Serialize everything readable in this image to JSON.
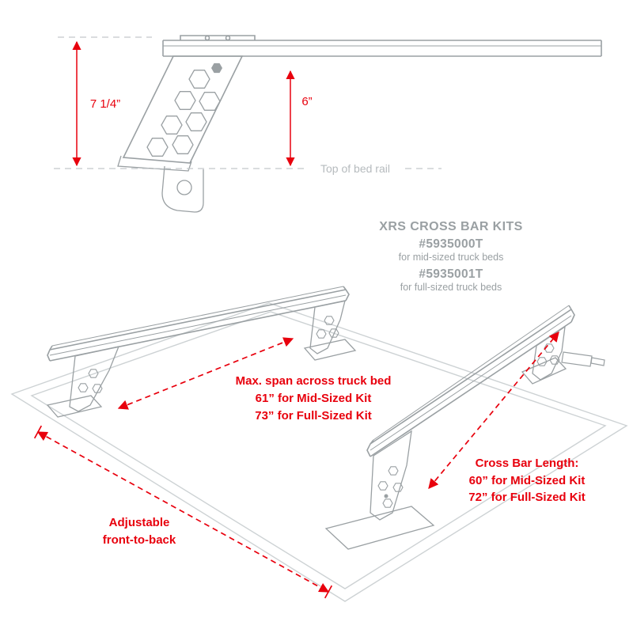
{
  "colors": {
    "annotation_red": "#e8000d",
    "drawing_gray": "#9aa0a3",
    "bed_gray": "#cdd2d4",
    "text_gray": "#9aa0a3",
    "muted_gray": "#b6bbbe"
  },
  "top_detail": {
    "overall_height": "7 1/4”",
    "above_rail_height": "6”",
    "bed_rail_label": "Top of bed rail"
  },
  "kit_info": {
    "title": "XRS CROSS BAR KITS",
    "mid_part_number": "#5935000T",
    "mid_part_desc": "for mid-sized truck beds",
    "full_part_number": "#5935001T",
    "full_part_desc": "for full-sized truck beds"
  },
  "annotations": {
    "span_line1": "Max. span across truck bed",
    "span_line2": "61” for Mid-Sized Kit",
    "span_line3": "73” for Full-Sized Kit",
    "length_line1": "Cross Bar Length:",
    "length_line2": "60” for Mid-Sized Kit",
    "length_line3": "72” for Full-Sized Kit",
    "adjust_line1": "Adjustable",
    "adjust_line2": "front-to-back"
  }
}
